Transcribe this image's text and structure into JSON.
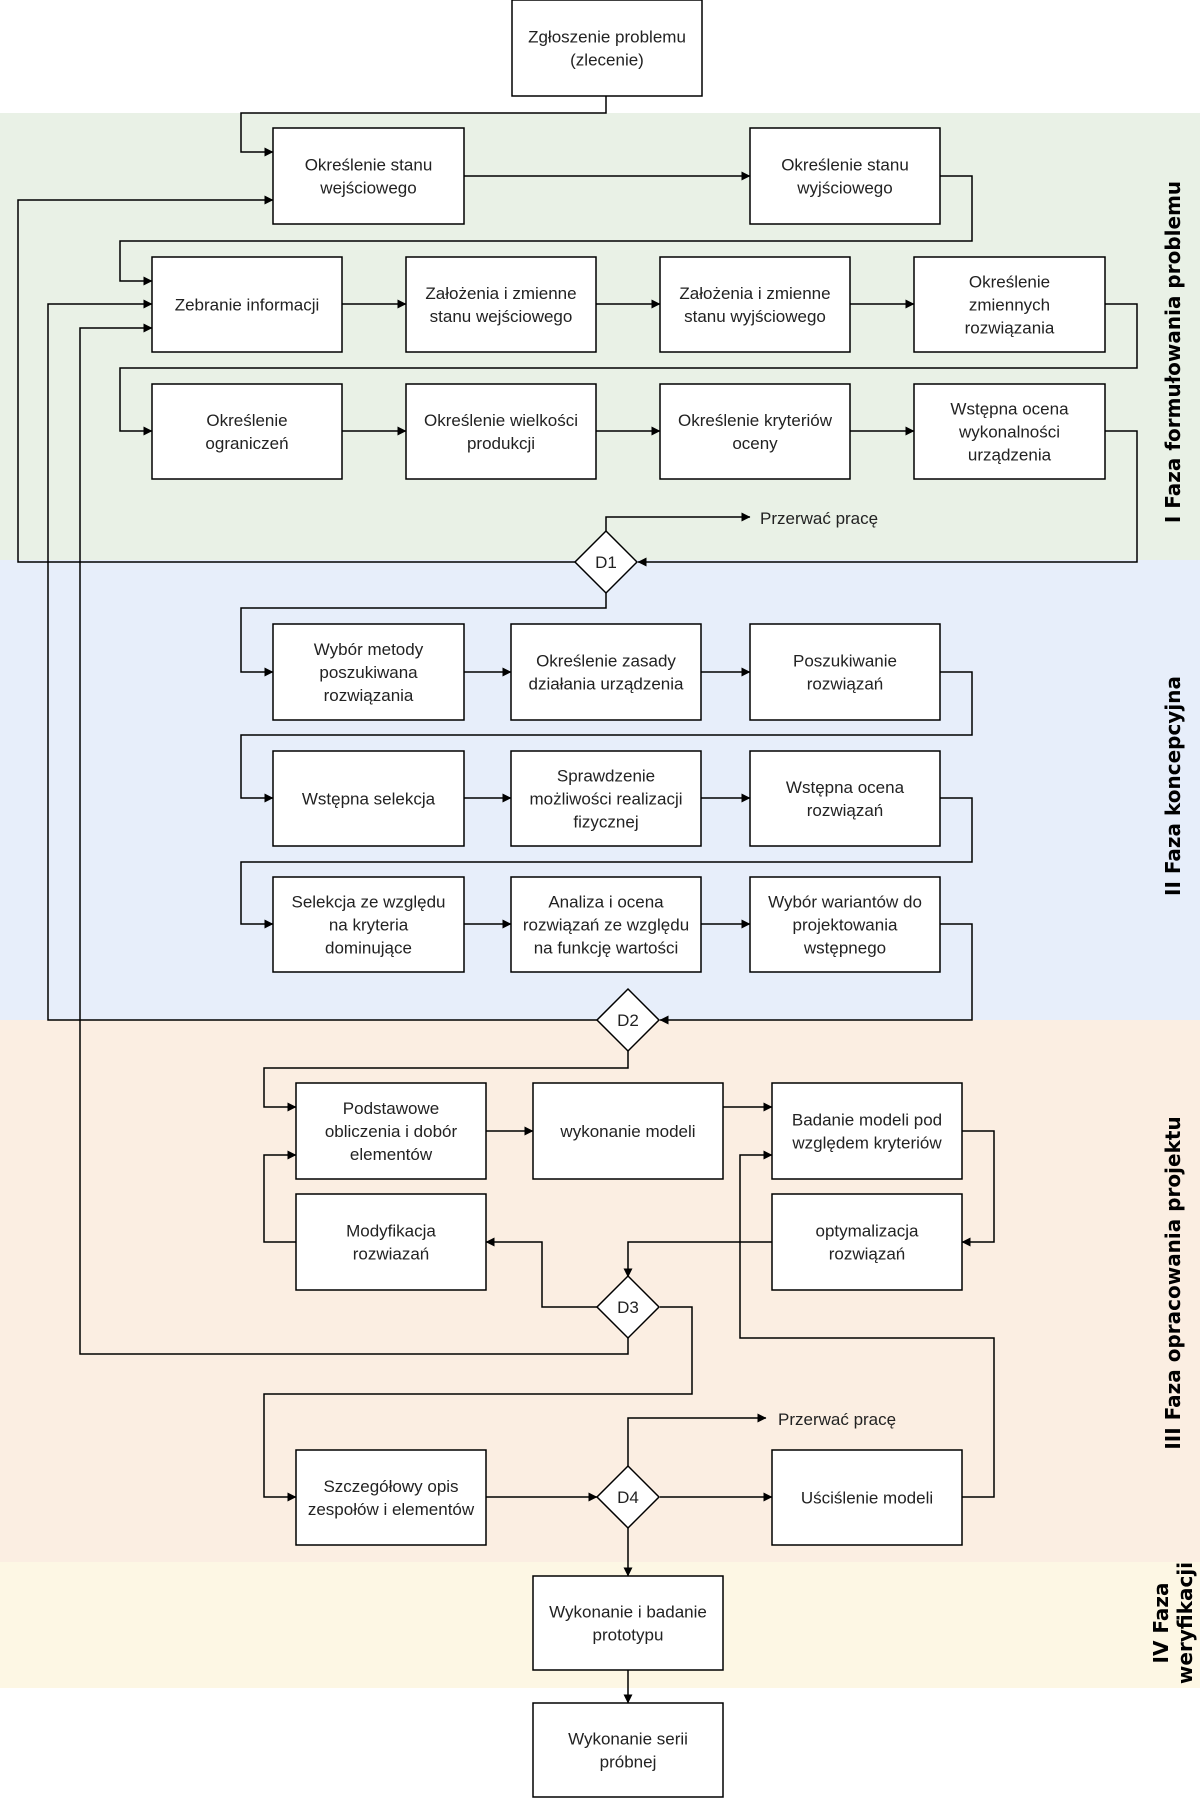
{
  "colors": {
    "phase1_bg": "#e9f1e6",
    "phase2_bg": "#e7eefa",
    "phase3_bg": "#fbeee2",
    "phase4_bg": "#fdf7e4"
  },
  "phases": {
    "p1": "I Faza formułowania problemu",
    "p2": "II Faza koncepcyjna",
    "p3": "III Faza opracowania projektu",
    "p4_line1": "IV Faza",
    "p4_line2": "weryfikacji"
  },
  "boxes": {
    "start": [
      "Zgłoszenie problemu",
      "(zlecenie)"
    ],
    "stan_wej": [
      "Określenie stanu",
      "wejściowego"
    ],
    "stan_wyj": [
      "Określenie stanu",
      "wyjściowego"
    ],
    "zebranie": [
      "Zebranie informacji"
    ],
    "zal_wej": [
      "Założenia i zmienne",
      "stanu wejściowego"
    ],
    "zal_wyj": [
      "Założenia i zmienne",
      "stanu wyjściowego"
    ],
    "zmienne_rozw": [
      "Określenie",
      "zmiennych",
      "rozwiązania"
    ],
    "ograniczenia": [
      "Określenie",
      "ograniczeń"
    ],
    "wielkosc": [
      "Określenie wielkości",
      "produkcji"
    ],
    "kryteria": [
      "Określenie kryteriów",
      "oceny"
    ],
    "wstepna_ocena_wyk": [
      "Wstępna ocena",
      "wykonalności",
      "urządzenia"
    ],
    "wybor_metody": [
      "Wybór metody",
      "poszukiwana",
      "rozwiązania"
    ],
    "zasada": [
      "Określenie zasady",
      "działania urządzenia"
    ],
    "poszukiwanie": [
      "Poszukiwanie",
      "rozwiązań"
    ],
    "selekcja": [
      "Wstępna selekcja"
    ],
    "sprawdzenie": [
      "Sprawdzenie",
      "możliwości realizacji",
      "fizycznej"
    ],
    "ocena_rozw": [
      "Wstępna ocena",
      "rozwiązań"
    ],
    "selekcja_kryt": [
      "Selekcja ze względu",
      "na kryteria",
      "dominujące"
    ],
    "analiza": [
      "Analiza i ocena",
      "rozwiązań ze względu",
      "na funkcję wartości"
    ],
    "wybor_wariantow": [
      "Wybór wariantów do",
      "projektowania",
      "wstępnego"
    ],
    "podstawowe": [
      "Podstawowe",
      "obliczenia i dobór",
      "elementów"
    ],
    "wykonanie_modeli": [
      "wykonanie modeli"
    ],
    "badanie_modeli": [
      "Badanie modeli pod",
      "względem kryteriów"
    ],
    "modyfikacja": [
      "Modyfikacja",
      "rozwiazań"
    ],
    "optymalizacja": [
      "optymalizacja",
      "rozwiązań"
    ],
    "szczegolowy": [
      "Szczegółowy opis",
      "zespołów i elementów"
    ],
    "uscislenie": [
      "Uściślenie modeli"
    ],
    "prototyp": [
      "Wykonanie i badanie",
      "prototypu"
    ],
    "seria": [
      "Wykonanie serii",
      "próbnej"
    ]
  },
  "decisions": {
    "d1": "D1",
    "d2": "D2",
    "d3": "D3",
    "d4": "D4"
  },
  "notes": {
    "przerwac1": "Przerwać pracę",
    "przerwac2": "Przerwać pracę"
  }
}
